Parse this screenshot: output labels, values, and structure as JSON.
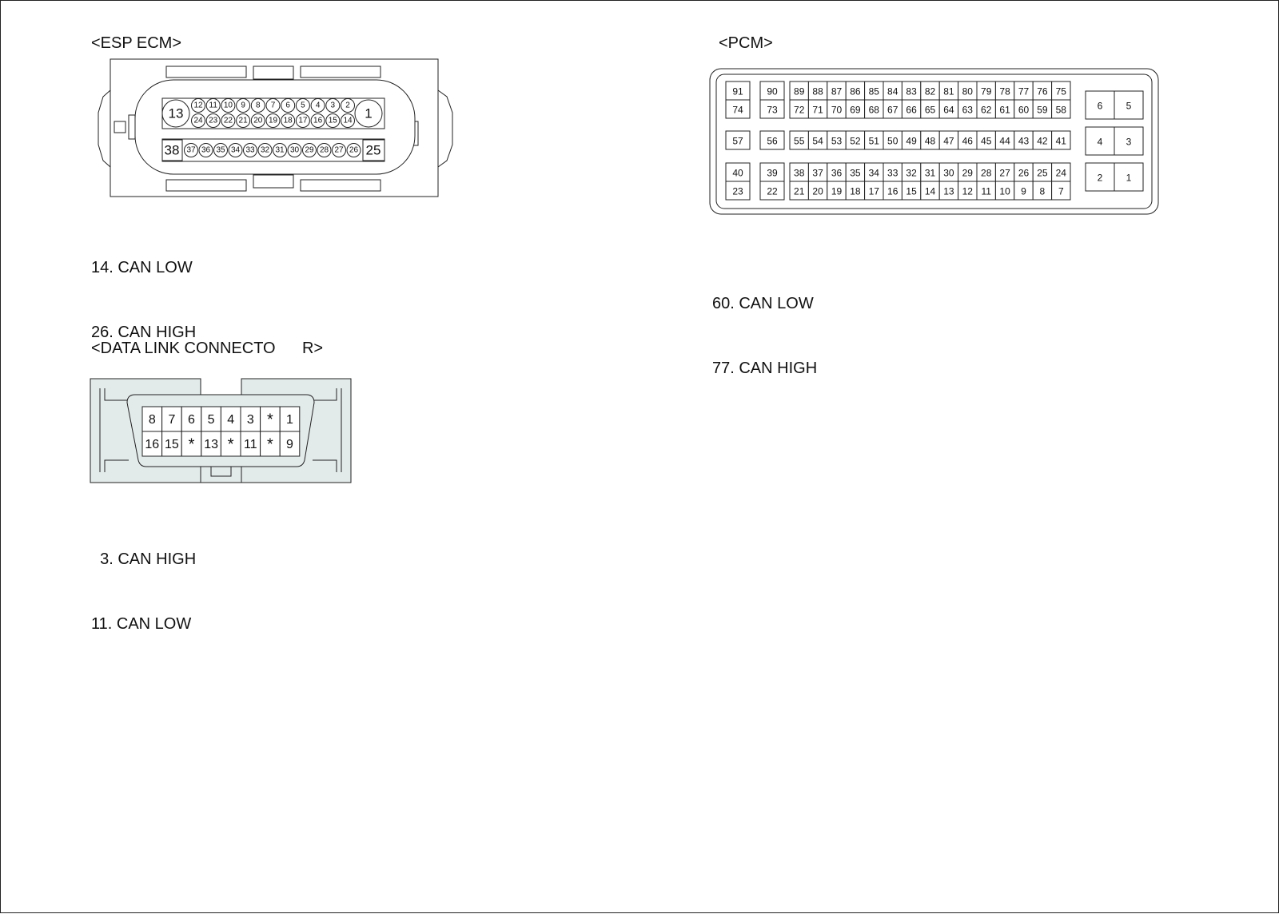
{
  "esp_ecm": {
    "title": "<ESP ECM>",
    "row1_pins": [
      "12",
      "11",
      "10",
      "9",
      "8",
      "7",
      "6",
      "5",
      "4",
      "3",
      "2"
    ],
    "row2_pins": [
      "24",
      "23",
      "22",
      "21",
      "20",
      "19",
      "18",
      "17",
      "16",
      "15",
      "14"
    ],
    "row3_pins": [
      "37",
      "36",
      "35",
      "34",
      "33",
      "32",
      "31",
      "30",
      "29",
      "28",
      "27",
      "26"
    ],
    "big_pins": [
      "13",
      "1",
      "38",
      "25"
    ],
    "notes": [
      "14. CAN LOW",
      "26. CAN HIGH"
    ]
  },
  "pcm": {
    "title": "<PCM>",
    "left_cols": [
      [
        "91",
        "74"
      ],
      [
        "90",
        "73"
      ]
    ],
    "main_row1": [
      "89",
      "88",
      "87",
      "86",
      "85",
      "84",
      "83",
      "82",
      "81",
      "80",
      "79",
      "78",
      "77",
      "76",
      "75"
    ],
    "main_row2": [
      "72",
      "71",
      "70",
      "69",
      "68",
      "67",
      "66",
      "65",
      "64",
      "63",
      "62",
      "61",
      "60",
      "59",
      "58"
    ],
    "mid_single": [
      "57",
      "56"
    ],
    "main_row3": [
      "55",
      "54",
      "53",
      "52",
      "51",
      "50",
      "49",
      "48",
      "47",
      "46",
      "45",
      "44",
      "43",
      "42",
      "41"
    ],
    "bottom_left": [
      [
        "40",
        "23"
      ],
      [
        "39",
        "22"
      ]
    ],
    "main_row4": [
      "38",
      "37",
      "36",
      "35",
      "34",
      "33",
      "32",
      "31",
      "30",
      "29",
      "28",
      "27",
      "26",
      "25",
      "24"
    ],
    "main_row5": [
      "21",
      "20",
      "19",
      "18",
      "17",
      "16",
      "15",
      "14",
      "13",
      "12",
      "11",
      "10",
      "9",
      "8",
      "7"
    ],
    "power_pins": [
      [
        "6",
        "5"
      ],
      [
        "4",
        "3"
      ],
      [
        "2",
        "1"
      ]
    ],
    "notes": [
      "60. CAN LOW",
      "77. CAN HIGH"
    ]
  },
  "dlc": {
    "title": "<DATA LINK CONNECTO      R>",
    "row1_pins": [
      "8",
      "7",
      "6",
      "5",
      "4",
      "3",
      "*",
      "1"
    ],
    "row2_pins": [
      "16",
      "15",
      "*",
      "13",
      "*",
      "11",
      "*",
      "9"
    ],
    "notes": [
      "  3. CAN HIGH",
      "11. CAN LOW"
    ]
  },
  "colors": {
    "line": "#222222",
    "dlc_fill": "#e3eaea"
  }
}
